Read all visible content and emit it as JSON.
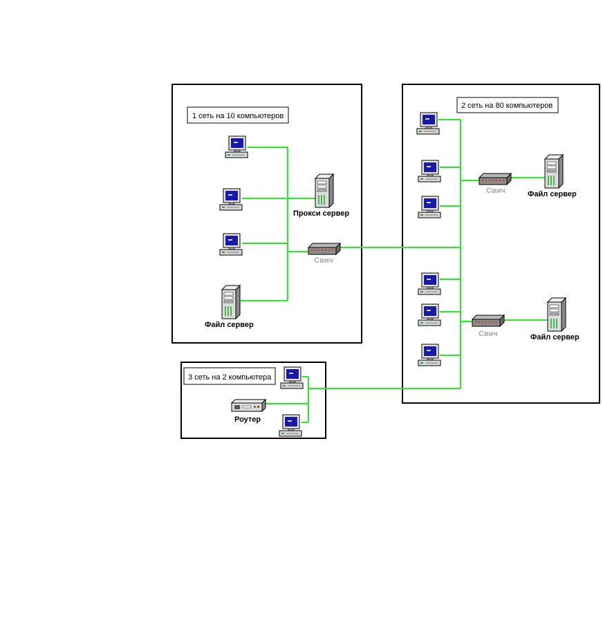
{
  "networks": {
    "net1": {
      "label": "1 сеть на 10 компьютеров"
    },
    "net2": {
      "label": "2 сеть на 80 компьютеров"
    },
    "net3": {
      "label": "3 сеть на 2 компьютера"
    }
  },
  "devices": {
    "proxy_server": "Прокси сервер",
    "file_server_1": "Файл сервер",
    "switch_1": "Свич",
    "switch_2a": "Свич",
    "file_server_2a": "Файл сервер",
    "switch_2b": "Свич",
    "file_server_2b": "Файл сервер",
    "router": "Роутер"
  },
  "colors": {
    "link": "#22ee22",
    "switch_caption": "#a8a8a8",
    "monitor_screen": "#1a1aa8"
  },
  "icons": [
    "workstation-icon",
    "server-tower-icon",
    "switch-icon",
    "router-icon"
  ]
}
